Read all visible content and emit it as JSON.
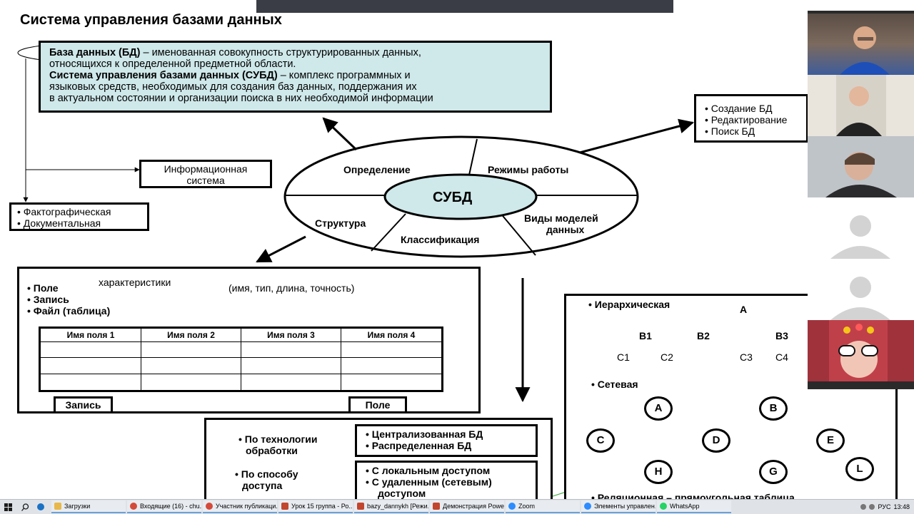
{
  "slide": {
    "title": "Система управления базами данных",
    "definition": {
      "db_term": "База данных (БД)",
      "db_text_1": " – именованная совокупность структурированных данных,",
      "db_text_2": "относящихся к определенной предметной области.",
      "dbms_term": "Система управления базами данных (СУБД)",
      "dbms_text_1": " – комплекс программных и",
      "dbms_text_2": "языковых средств, необходимых для создания баз данных, поддержания их",
      "dbms_text_3": "в актуальном состоянии и организации поиска в них необходимой информации"
    },
    "info_system": {
      "line1": "Информационная",
      "line2": "система"
    },
    "info_types": [
      "• Фактографическая",
      "• Документальная"
    ],
    "dbms_center": "СУБД",
    "dbms_sectors": {
      "definition": "Определение",
      "modes": "Режимы работы",
      "structure": "Структура",
      "classification": "Классификация",
      "models_1": "Виды моделей",
      "models_2": "данных"
    },
    "modes_list": [
      "• Создание БД",
      "• Редактирование",
      "• Поиск БД"
    ],
    "structure": {
      "items": [
        "• Поле",
        "• Запись",
        "• Файл (таблица)"
      ],
      "characteristics_label": "характеристики",
      "characteristics": "(имя, тип, длина, точность)",
      "columns": [
        "Имя поля 1",
        "Имя поля 2",
        "Имя поля 3",
        "Имя поля 4"
      ],
      "record_label": "Запись",
      "field_label": "Поле"
    },
    "classification": {
      "by_tech_1": "• По технологии",
      "by_tech_2": "обработки",
      "by_access_1": "• По способу",
      "by_access_2": "доступа",
      "tech_options": [
        "• Централизованная БД",
        "• Распределенная БД"
      ],
      "access_options": [
        "• С локальным доступом",
        "• С удаленным (сетевым)",
        "доступом"
      ]
    },
    "models": {
      "hierarchical_label": "• Иерархическая",
      "network_label": "• Сетевая",
      "relational_label": "• Реляционная – прямоугольная таблица",
      "tree": {
        "root": "A",
        "level1": [
          "B1",
          "B2",
          "B3"
        ],
        "level2": [
          "C1",
          "C2",
          "C3",
          "C4"
        ]
      },
      "network_nodes": [
        "A",
        "B",
        "C",
        "D",
        "E",
        "H",
        "G",
        "L"
      ]
    }
  },
  "video_panel": {
    "participants": [
      "participant-1",
      "participant-2",
      "participant-3",
      "participant-4",
      "participant-5",
      "participant-6"
    ]
  },
  "taskbar": {
    "apps": [
      {
        "label": "Загрузки",
        "icon": "folder-icon",
        "color": "#e8b84a"
      },
      {
        "label": "Входящие (16) - chu...",
        "icon": "chrome-icon",
        "color": "#d44a3a"
      },
      {
        "label": "Участник публикаци...",
        "icon": "chrome-icon",
        "color": "#d44a3a"
      },
      {
        "label": "Урок 15 группа - Ро...",
        "icon": "powerpoint-icon",
        "color": "#c2452d"
      },
      {
        "label": "bazy_dannykh [Режи...",
        "icon": "powerpoint-icon",
        "color": "#c2452d"
      },
      {
        "label": "Демонстрация Powe...",
        "icon": "powerpoint-icon",
        "color": "#c2452d"
      },
      {
        "label": "Zoom",
        "icon": "zoom-icon",
        "color": "#2d8cff"
      },
      {
        "label": "Элементы управлен...",
        "icon": "zoom-icon",
        "color": "#2d8cff"
      },
      {
        "label": "WhatsApp",
        "icon": "whatsapp-icon",
        "color": "#25d366"
      }
    ],
    "language": "РУС",
    "time": "13:48"
  }
}
